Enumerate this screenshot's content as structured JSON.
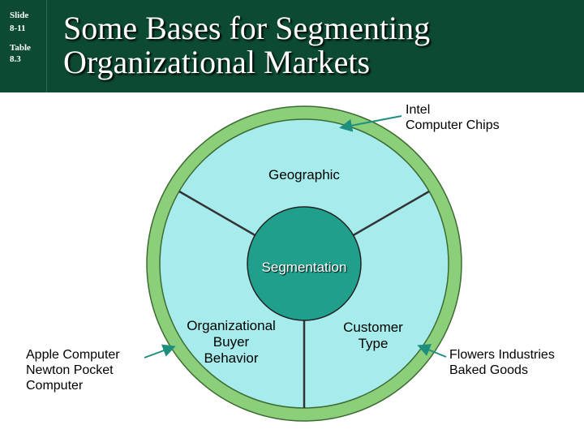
{
  "header": {
    "side_label_1": "Slide",
    "side_label_2": "8-11",
    "side_label_3": "Table",
    "side_label_4": "8.3",
    "title_line_1": "Some Bases for Segmenting",
    "title_line_2": "Organizational Markets"
  },
  "diagram": {
    "center": "Segmentation",
    "segments": {
      "top": "Geographic",
      "left_line_1": "Organizational",
      "left_line_2": "Buyer",
      "left_line_3": "Behavior",
      "right_line_1": "Customer",
      "right_line_2": "Type"
    },
    "examples": {
      "top_right_line_1": "Intel",
      "top_right_line_2": "Computer Chips",
      "left_line_1": "Apple Computer",
      "left_line_2": "Newton Pocket",
      "left_line_3": "Computer",
      "right_line_1": "Flowers Industries",
      "right_line_2": "Baked Goods"
    },
    "colors": {
      "header_bg": "#0d4a32",
      "segment_fill": "#a7ecec",
      "center_fill": "#1f9f8c",
      "ring": "#8ccf7a",
      "arrow": "#1e8f7f"
    }
  }
}
